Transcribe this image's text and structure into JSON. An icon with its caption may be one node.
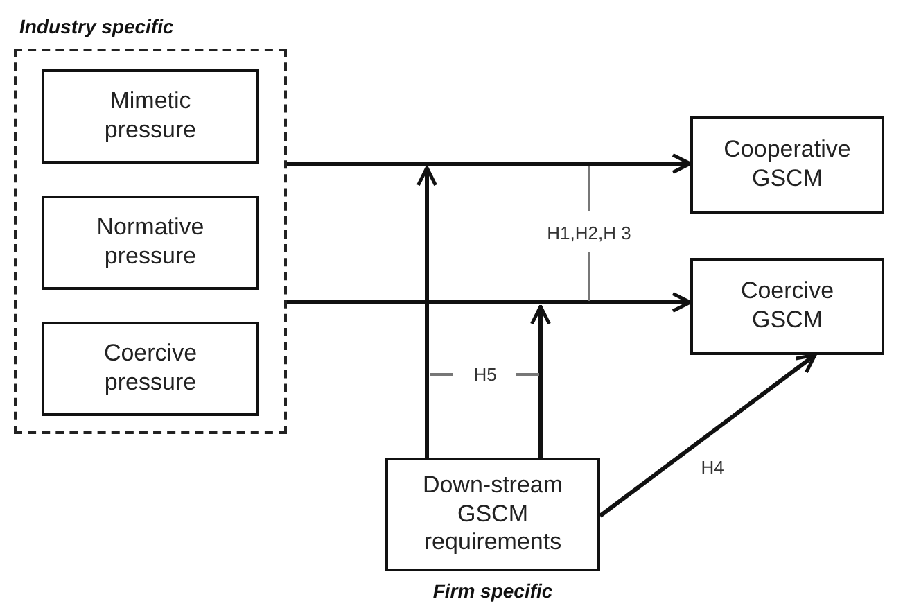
{
  "diagram": {
    "nodes": [
      {
        "text": [
          "Industry specific"
        ]
      },
      {
        "text": [
          "Mimetic pressure"
        ],
        "in": 0
      },
      {
        "text": [
          "Normative pressure"
        ],
        "in": 0
      },
      {
        "text": [
          "Coercive pressure"
        ],
        "in": 0
      },
      {
        "text": [
          "Cooperative GSCM"
        ]
      },
      {
        "text": [
          "Coercive GSCM"
        ]
      },
      {
        "text": [
          "Down-stream GSCM requirements"
        ],
        "beside": [
          "Firm specific"
        ]
      }
    ],
    "edges": [
      {
        "from": 0,
        "to": 4,
        "arrow": "to"
      },
      {
        "from": 0,
        "to": 5,
        "arrow": "to"
      },
      {
        "from": 6,
        "to": null,
        "arrow": "to"
      },
      {
        "from": 6,
        "to": null,
        "arrow": "to"
      },
      {
        "from": 6,
        "to": 5,
        "arrow": "to",
        "label": "H4"
      }
    ],
    "labels": [
      "H1,H2,H 3",
      "H5"
    ]
  }
}
